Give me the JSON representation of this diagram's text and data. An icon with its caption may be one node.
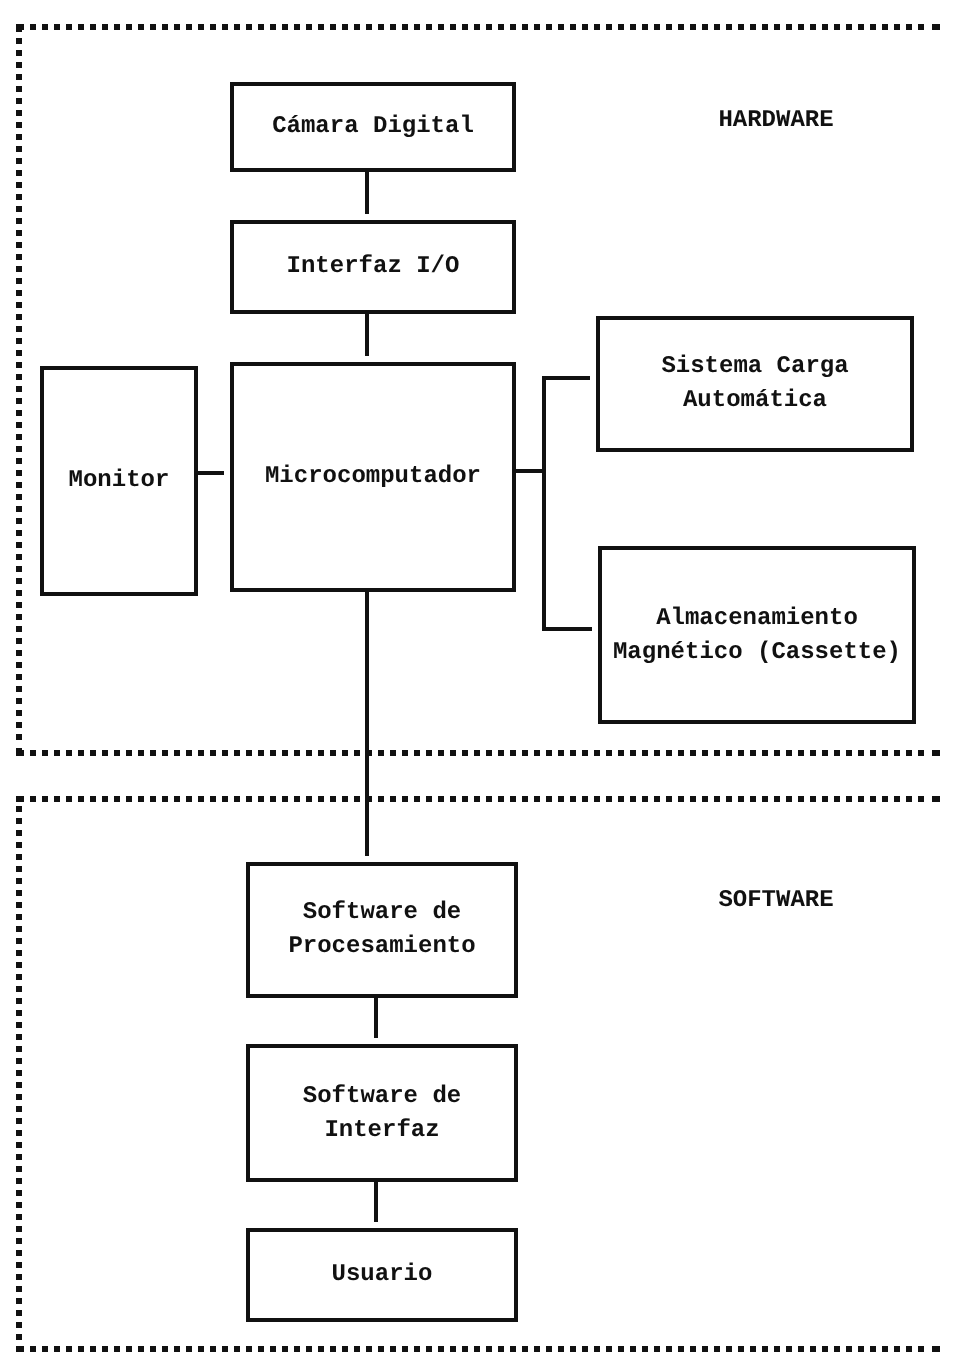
{
  "diagram": {
    "nodes": [
      {
        "text": [
          "HARDWARE"
        ]
      },
      {
        "text": [
          "Cámara Digital"
        ],
        "in": 0
      },
      {
        "text": [
          "Interfaz I/O"
        ],
        "in": 0
      },
      {
        "text": [
          "Monitor"
        ],
        "in": 0
      },
      {
        "text": [
          "Microcomputador"
        ],
        "in": 0
      },
      {
        "text": [
          "Sistema Carga Automática"
        ],
        "in": 0
      },
      {
        "text": [
          "Almacenamiento Magnético (Cassette)"
        ],
        "in": 0
      },
      {
        "text": [
          "SOFTWARE"
        ]
      },
      {
        "text": [
          "Software de Procesamiento"
        ],
        "in": 7
      },
      {
        "text": [
          "Software de Interfaz"
        ],
        "in": 7
      },
      {
        "text": [
          "Usuario"
        ],
        "in": 7
      }
    ],
    "edges": [
      {
        "from": 1,
        "to": 2,
        "arrow": "none"
      },
      {
        "from": 2,
        "to": 4,
        "arrow": "none"
      },
      {
        "from": 3,
        "to": 4,
        "arrow": "none"
      },
      {
        "from": 4,
        "to": 5,
        "arrow": "none"
      },
      {
        "from": 4,
        "to": 6,
        "arrow": "none"
      },
      {
        "from": 4,
        "to": 8,
        "arrow": "none"
      },
      {
        "from": 8,
        "to": 9,
        "arrow": "none"
      },
      {
        "from": 9,
        "to": 10,
        "arrow": "none"
      }
    ]
  }
}
